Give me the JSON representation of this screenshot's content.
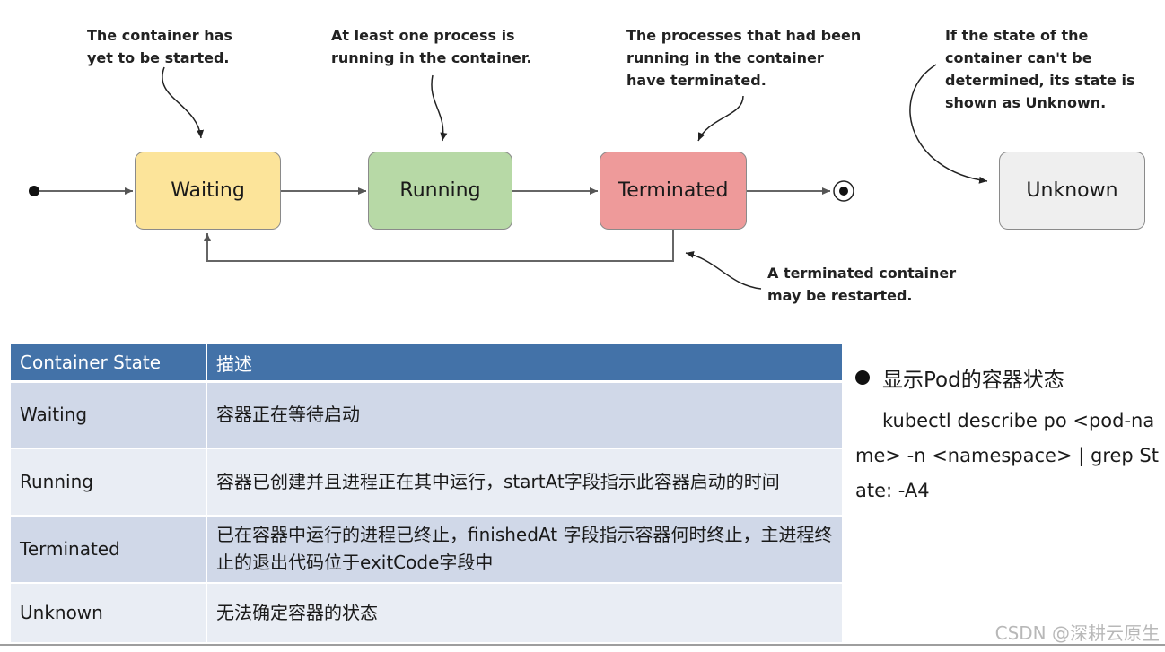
{
  "diagram": {
    "notes": {
      "waiting": "The container has\nyet to be started.",
      "running": "At least one process is\nrunning in the container.",
      "terminated": "The processes that had been\nrunning in the container\nhave terminated.",
      "unknown": "If the state of the\ncontainer can't be\ndetermined, its state is\nshown as Unknown.",
      "restart": "A terminated container\nmay be restarted."
    },
    "states": {
      "waiting": "Waiting",
      "running": "Running",
      "terminated": "Terminated",
      "unknown": "Unknown"
    },
    "colors": {
      "waiting": "#fce49a",
      "running": "#b7d9a6",
      "terminated": "#ee9a9a",
      "unknown": "#efefef",
      "header": "#4372a8"
    }
  },
  "table": {
    "headers": [
      "Container State",
      "描述"
    ],
    "rows": [
      {
        "state": "Waiting",
        "desc": "容器正在等待启动"
      },
      {
        "state": "Running",
        "desc": "容器已创建并且进程正在其中运行，startAt字段指示此容器启动的时间"
      },
      {
        "state": "Terminated",
        "desc": "已在容器中运行的进程已终止，finishedAt 字段指示容器何时终止，主进程终止的退出代码位于exitCode字段中"
      },
      {
        "state": "Unknown",
        "desc": "无法确定容器的状态"
      }
    ]
  },
  "side": {
    "bullet": "显示Pod的容器状态",
    "command": "kubectl describe po <pod-name> -n <namespace> | grep State: -A4"
  },
  "watermark": "CSDN @深耕云原生"
}
